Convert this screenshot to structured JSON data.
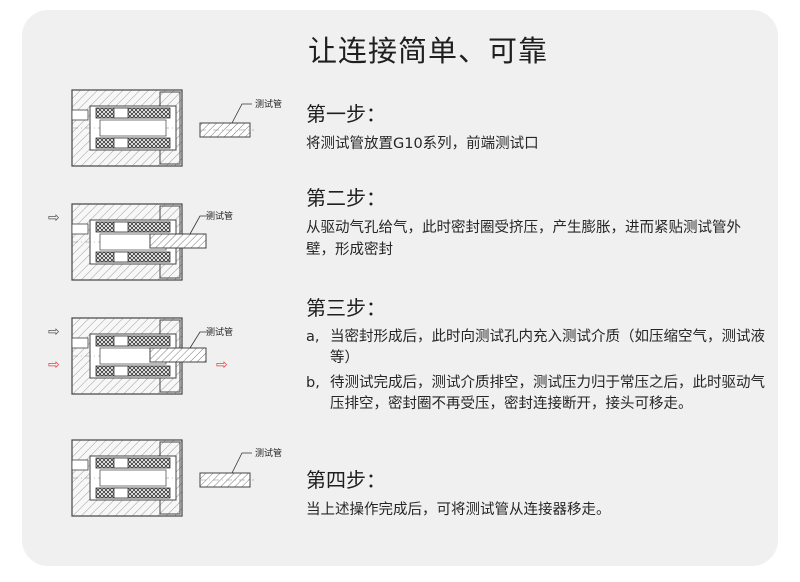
{
  "title": "让连接简单、可靠",
  "tube_label": "测试管",
  "colors": {
    "card_bg": "#f0f0f0",
    "arrow_red": "#e0434b",
    "arrow_gray": "#555555"
  },
  "steps": [
    {
      "title": "第一步：",
      "body": "将测试管放置G10系列，前端测试口"
    },
    {
      "title": "第二步：",
      "body": "从驱动气孔给气，此时密封圈受挤压，产生膨胀，进而紧贴测试管外壁，形成密封"
    },
    {
      "title": "第三步：",
      "items": [
        {
          "marker": "a,",
          "text": "当密封形成后，此时向测试孔内充入测试介质（如压缩空气，测试液等）"
        },
        {
          "marker": "b,",
          "text": "待测试完成后，测试介质排空，测试压力归于常压之后，此时驱动气压排空，密封圈不再受压，密封连接断开，接头可移走。"
        }
      ]
    },
    {
      "title": "第四步：",
      "body": "当上述操作完成后，可将测试管从连接器移走。"
    }
  ]
}
